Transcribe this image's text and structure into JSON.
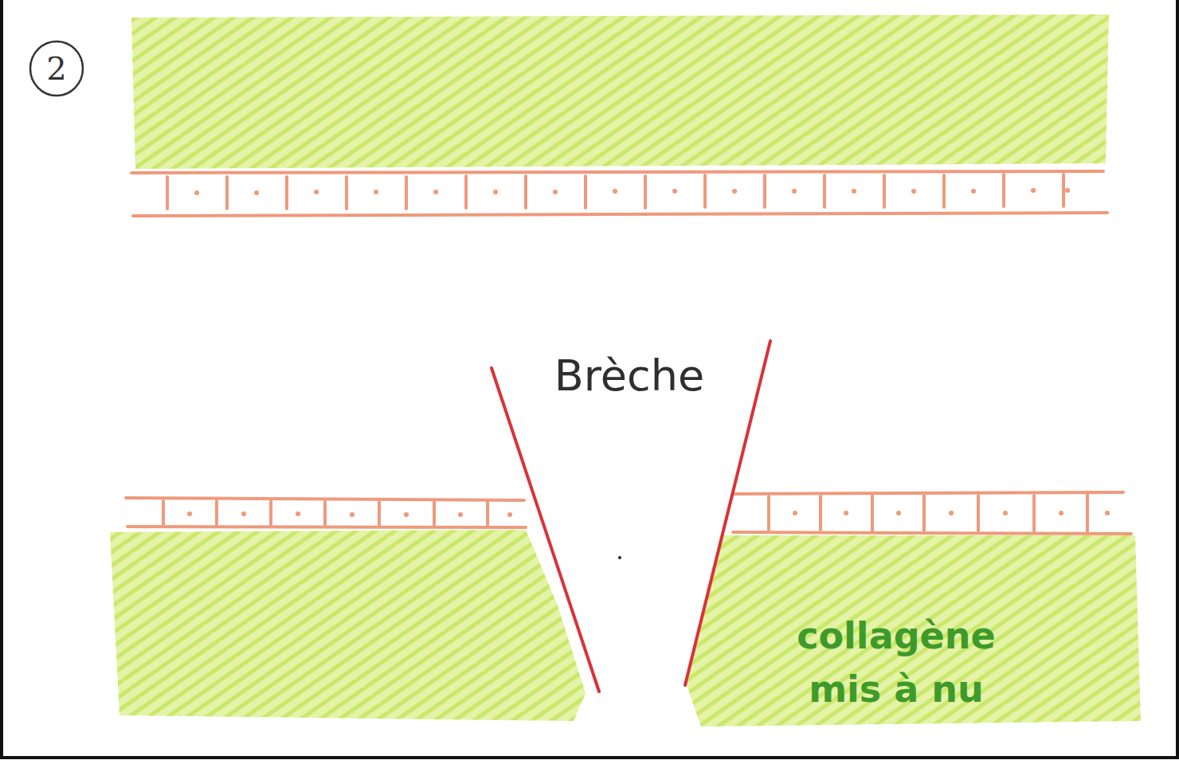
{
  "diagram": {
    "nodes": [
      {
        "text": [
          "2"
        ]
      }
    ],
    "labels": [
      "Brèche",
      "collagène mis à nu"
    ]
  }
}
